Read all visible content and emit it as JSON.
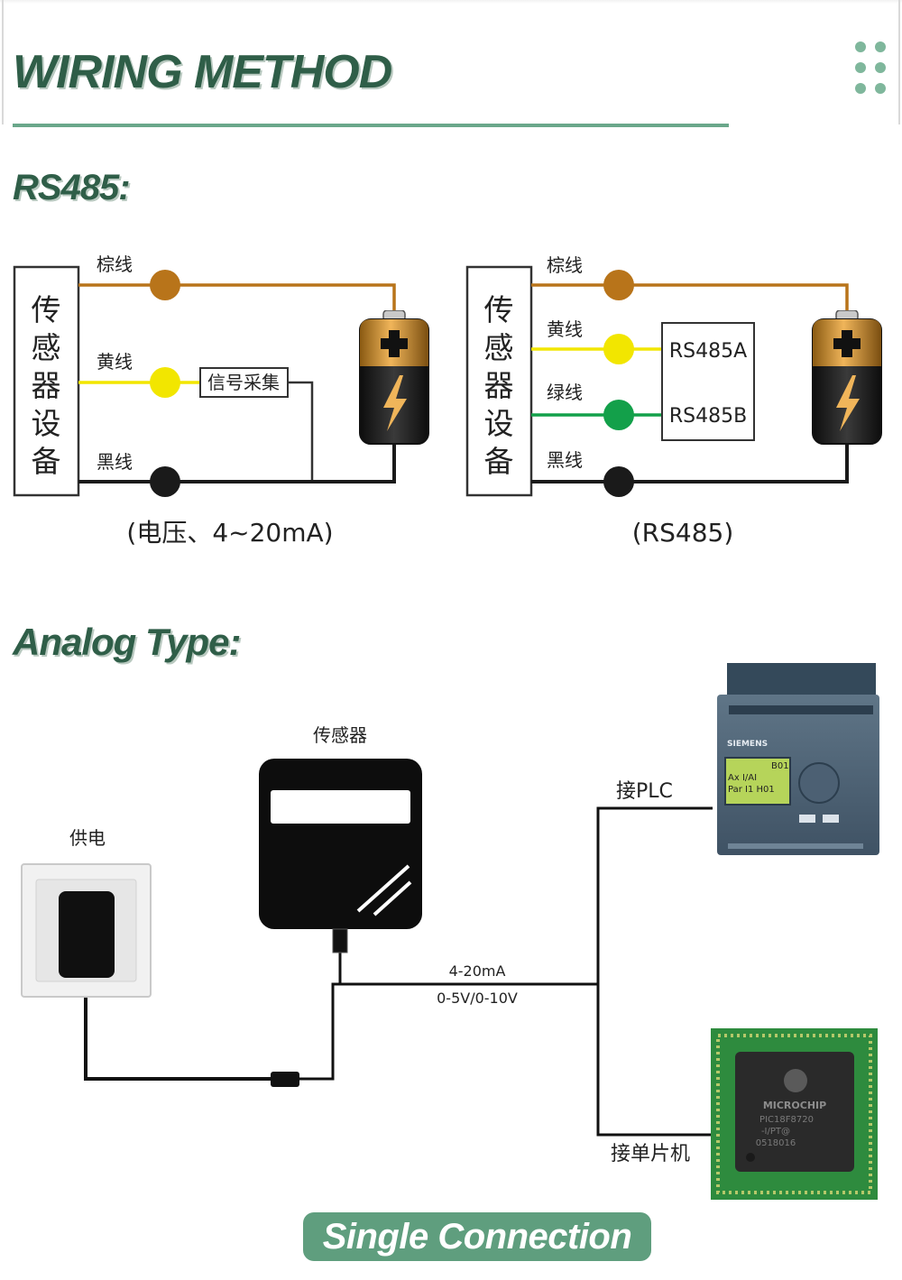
{
  "header": {
    "title": "WIRING METHOD"
  },
  "rs485_section": {
    "heading": "RS485:",
    "diagram_left": {
      "device_label": [
        "传",
        "感",
        "器",
        "设",
        "备"
      ],
      "brown_wire": "棕线",
      "yellow_wire": "黄线",
      "black_wire": "黑线",
      "signal_box": "信号采集",
      "caption": "(电压、4~20mA)"
    },
    "diagram_right": {
      "device_label": [
        "传",
        "感",
        "器",
        "设",
        "备"
      ],
      "brown_wire": "棕线",
      "yellow_wire": "黄线",
      "green_wire": "绿线",
      "black_wire": "黑线",
      "rs485a": "RS485A",
      "rs485b": "RS485B",
      "caption": "(RS485)"
    }
  },
  "analog_section": {
    "heading": "Analog Type:",
    "power_label": "供电",
    "sensor_label": "传感器",
    "signal_line1": "4-20mA",
    "signal_line2": "0-5V/0-10V",
    "plc_label": "接PLC",
    "mcu_label": "接单片机",
    "plc_brand": "SIEMENS",
    "plc_screen": [
      "B01",
      "Ax I/AI",
      "Par I1 H01"
    ],
    "chip_brand": "MICROCHIP",
    "chip_lines": [
      "PIC18F8720",
      "-I/PT@",
      "0518016"
    ]
  },
  "footer": {
    "label": "Single Connection"
  },
  "colors": {
    "accent": "#2f5e48",
    "badge": "#5f9e7e",
    "brown_wire": "#b8741a",
    "yellow_wire": "#f2e600",
    "green_wire": "#13a04a",
    "black_wire": "#1a1a1a"
  }
}
